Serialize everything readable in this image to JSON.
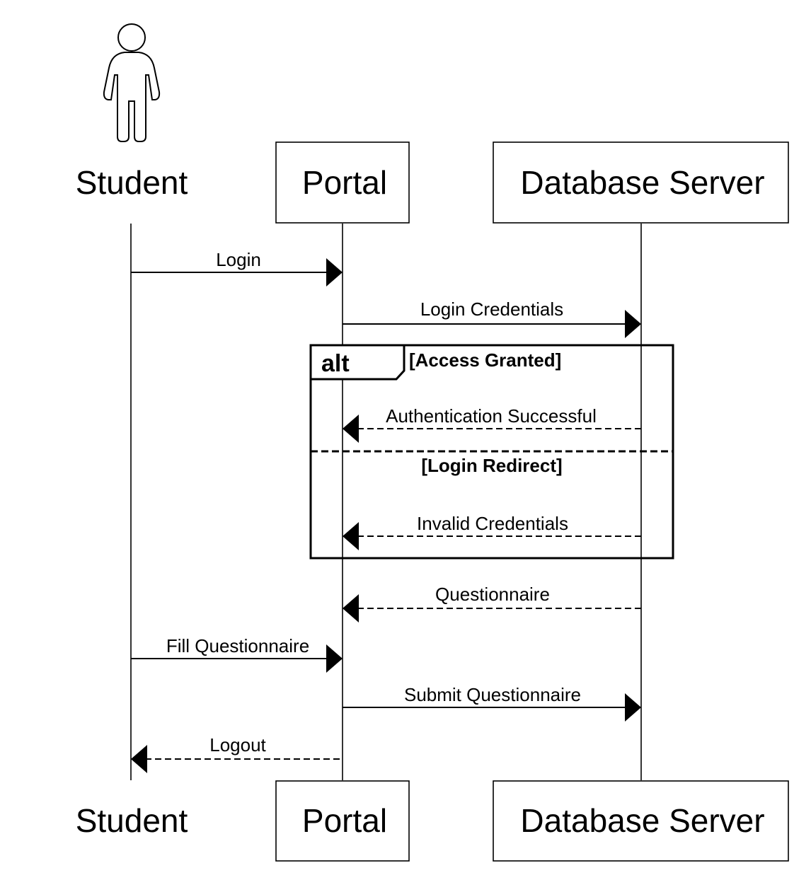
{
  "participants": {
    "student": {
      "label": "Student"
    },
    "portal": {
      "label": "Portal"
    },
    "database": {
      "label": "Database Server"
    }
  },
  "messages": [
    {
      "label": "Login",
      "from": "student",
      "to": "portal",
      "style": "solid"
    },
    {
      "label": "Login Credentials",
      "from": "portal",
      "to": "database",
      "style": "solid"
    },
    {
      "label": "Authentication Successful",
      "from": "database",
      "to": "portal",
      "style": "dashed"
    },
    {
      "label": "Invalid Credentials",
      "from": "database",
      "to": "portal",
      "style": "dashed"
    },
    {
      "label": "Questionnaire",
      "from": "database",
      "to": "portal",
      "style": "dashed"
    },
    {
      "label": "Fill Questionnaire",
      "from": "student",
      "to": "portal",
      "style": "solid"
    },
    {
      "label": "Submit Questionnaire",
      "from": "portal",
      "to": "database",
      "style": "solid"
    },
    {
      "label": "Logout",
      "from": "portal",
      "to": "student",
      "style": "dashed"
    }
  ],
  "fragment": {
    "keyword": "alt",
    "guard_1": "[Access Granted]",
    "guard_2": "[Login Redirect]"
  }
}
